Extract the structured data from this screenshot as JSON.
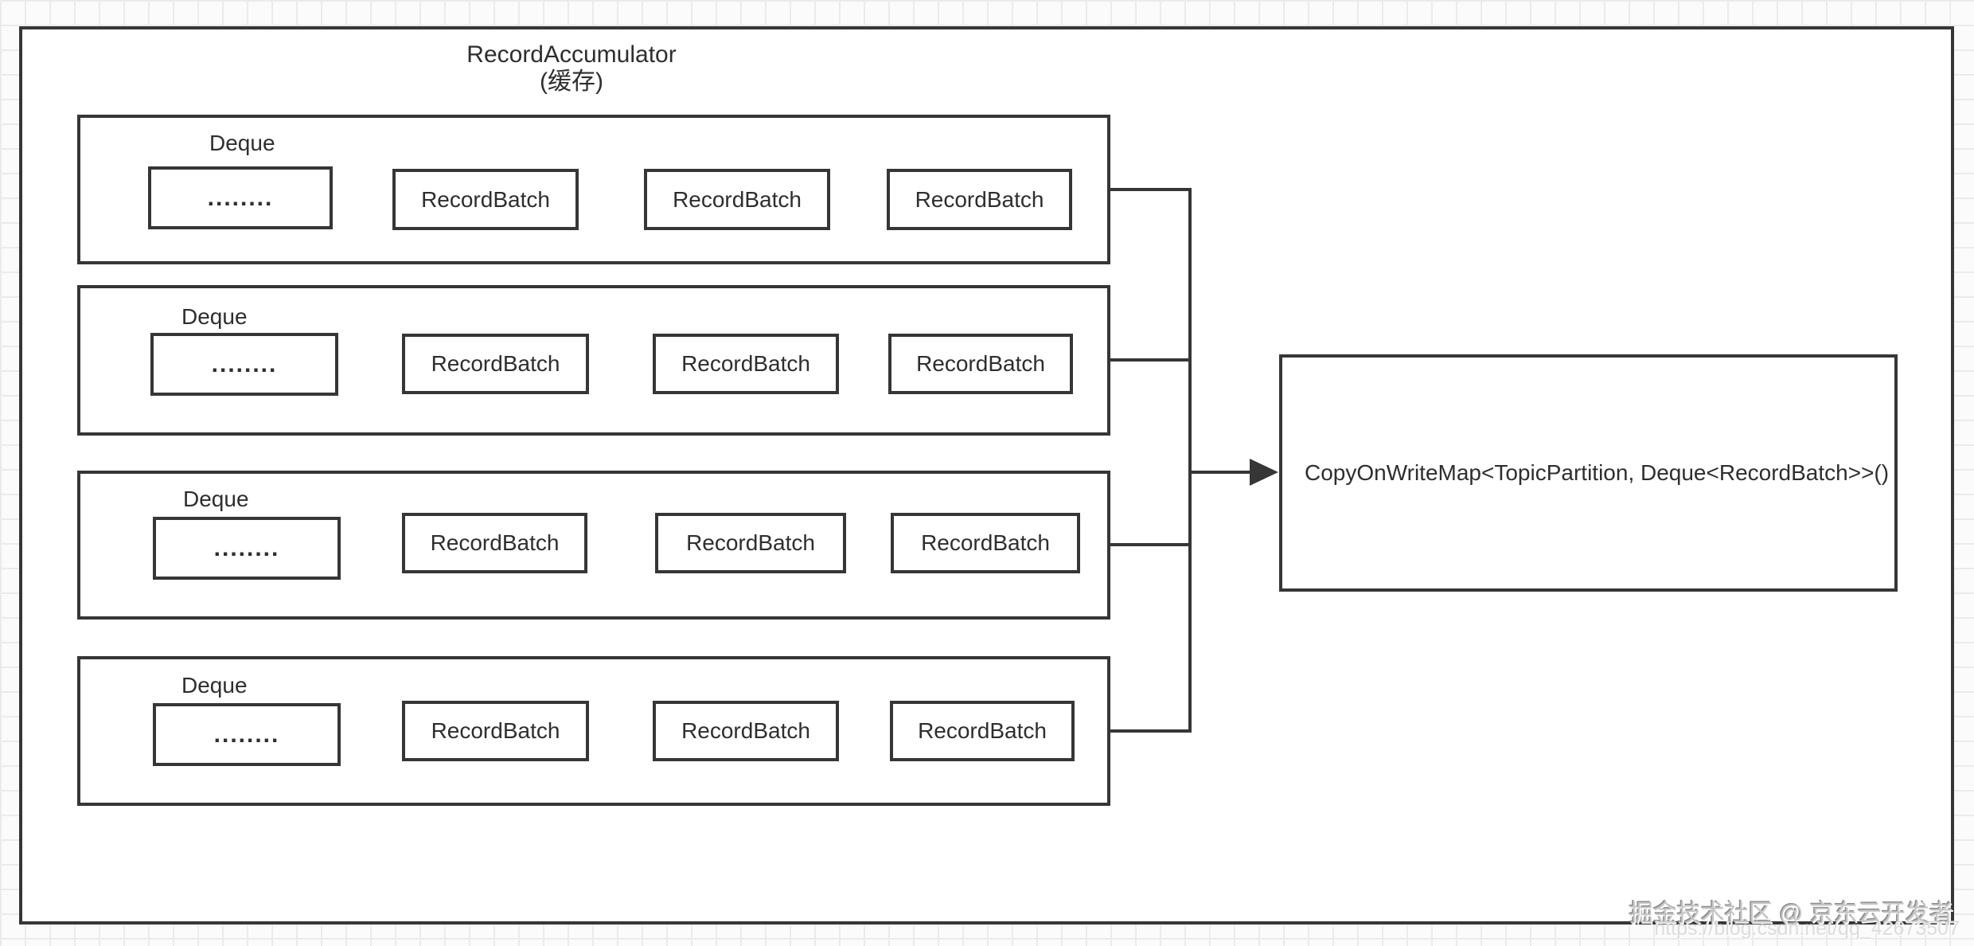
{
  "diagram": {
    "title": {
      "line1": "RecordAccumulator",
      "line2": "(缓存)"
    },
    "deques": [
      {
        "label": "Deque",
        "items": [
          "........",
          "RecordBatch",
          "RecordBatch",
          "RecordBatch"
        ]
      },
      {
        "label": "Deque",
        "items": [
          "........",
          "RecordBatch",
          "RecordBatch",
          "RecordBatch"
        ]
      },
      {
        "label": "Deque",
        "items": [
          "........",
          "RecordBatch",
          "RecordBatch",
          "RecordBatch"
        ]
      },
      {
        "label": "Deque",
        "items": [
          "........",
          "RecordBatch",
          "RecordBatch",
          "RecordBatch"
        ]
      }
    ],
    "map_box": {
      "label": "CopyOnWriteMap<TopicPartition, Deque<RecordBatch>>()"
    },
    "watermark": {
      "community": "掘金技术社区 @ 京东云开发者",
      "url": "https://blog.csdn.net/qq_42673507"
    },
    "colors": {
      "line": "#363636",
      "text": "#2e2e2e",
      "grid_line": "#ebebeb",
      "watermark_gray": "#c6c6c6"
    }
  }
}
